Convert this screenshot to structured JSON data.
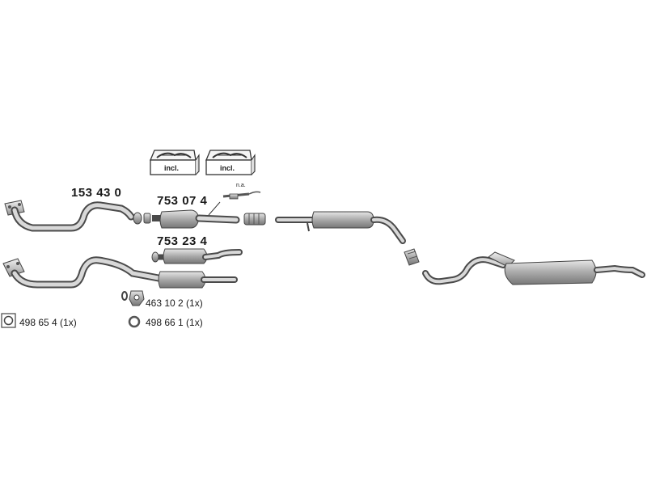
{
  "labels": {
    "pipe_front": "153 43 0",
    "catalyst_a": "753 07 4",
    "catalyst_b": "753 23 4",
    "na": "n.a.",
    "incl_1": "incl.",
    "incl_2": "incl.",
    "clamp": "463 10 2 (1x)",
    "gasket_square": "498 65 4 (1x)",
    "gasket_ring": "498 66 1 (1x)"
  },
  "colors": {
    "stroke": "#4a4a4a",
    "pipe_fill": "#d4d4d4",
    "part_fill": "#b8b8b8",
    "dark_fill": "#7a7a7a"
  }
}
